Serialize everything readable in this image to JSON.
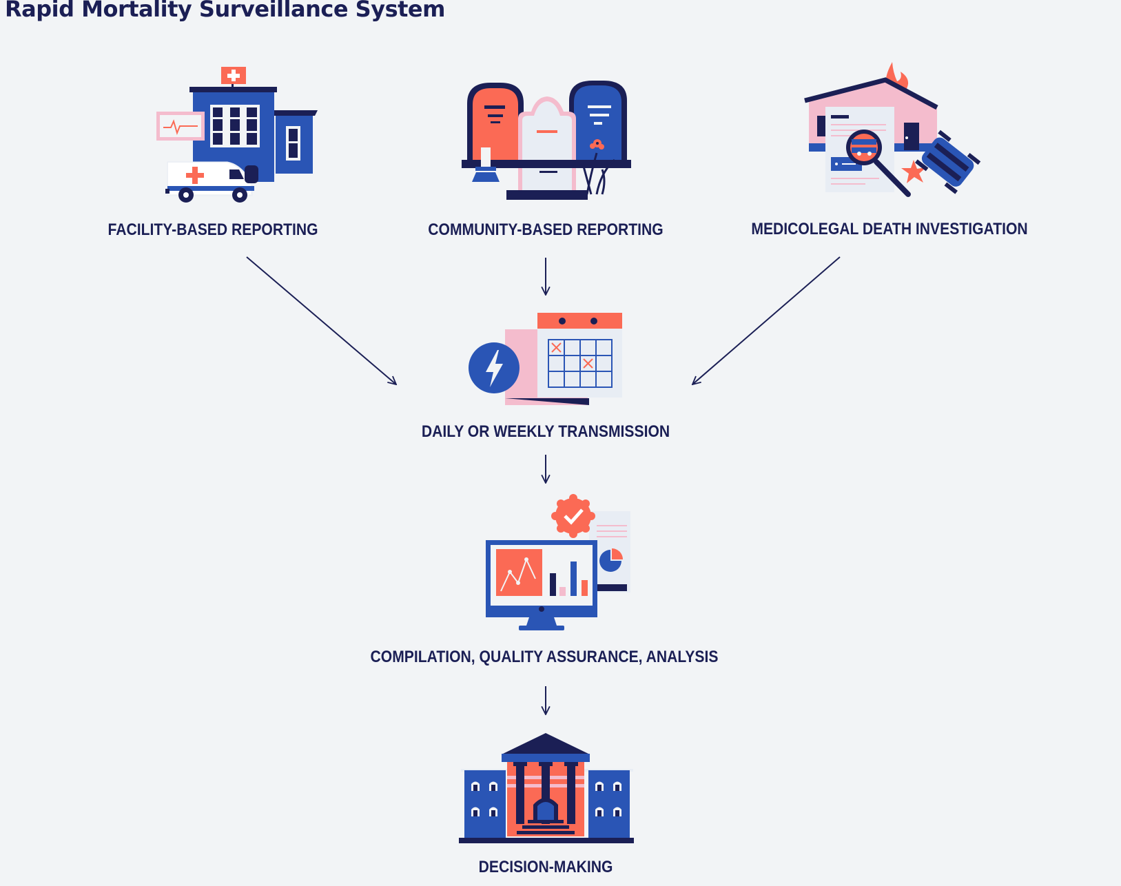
{
  "title": "Rapid Mortality Surveillance System",
  "colors": {
    "navy": "#1b1f55",
    "blue": "#2a55b5",
    "coral": "#fb6a55",
    "pink": "#f4bccd",
    "paper": "#e8edf4",
    "background": "#f2f4f6"
  },
  "sources": [
    {
      "label": "FACILITY-BASED REPORTING",
      "icon": "hospital-ambulance-icon"
    },
    {
      "label": "COMMUNITY-BASED REPORTING",
      "icon": "gravestones-icon"
    },
    {
      "label": "MEDICOLEGAL DEATH INVESTIGATION",
      "icon": "investigation-icon"
    }
  ],
  "steps": [
    {
      "label": "DAILY OR WEEKLY TRANSMISSION",
      "icon": "calendar-lightning-icon"
    },
    {
      "label": "COMPILATION, QUALITY ASSURANCE, ANALYSIS",
      "icon": "computer-analytics-icon"
    },
    {
      "label": "DECISION-MAKING",
      "icon": "government-building-icon"
    }
  ]
}
